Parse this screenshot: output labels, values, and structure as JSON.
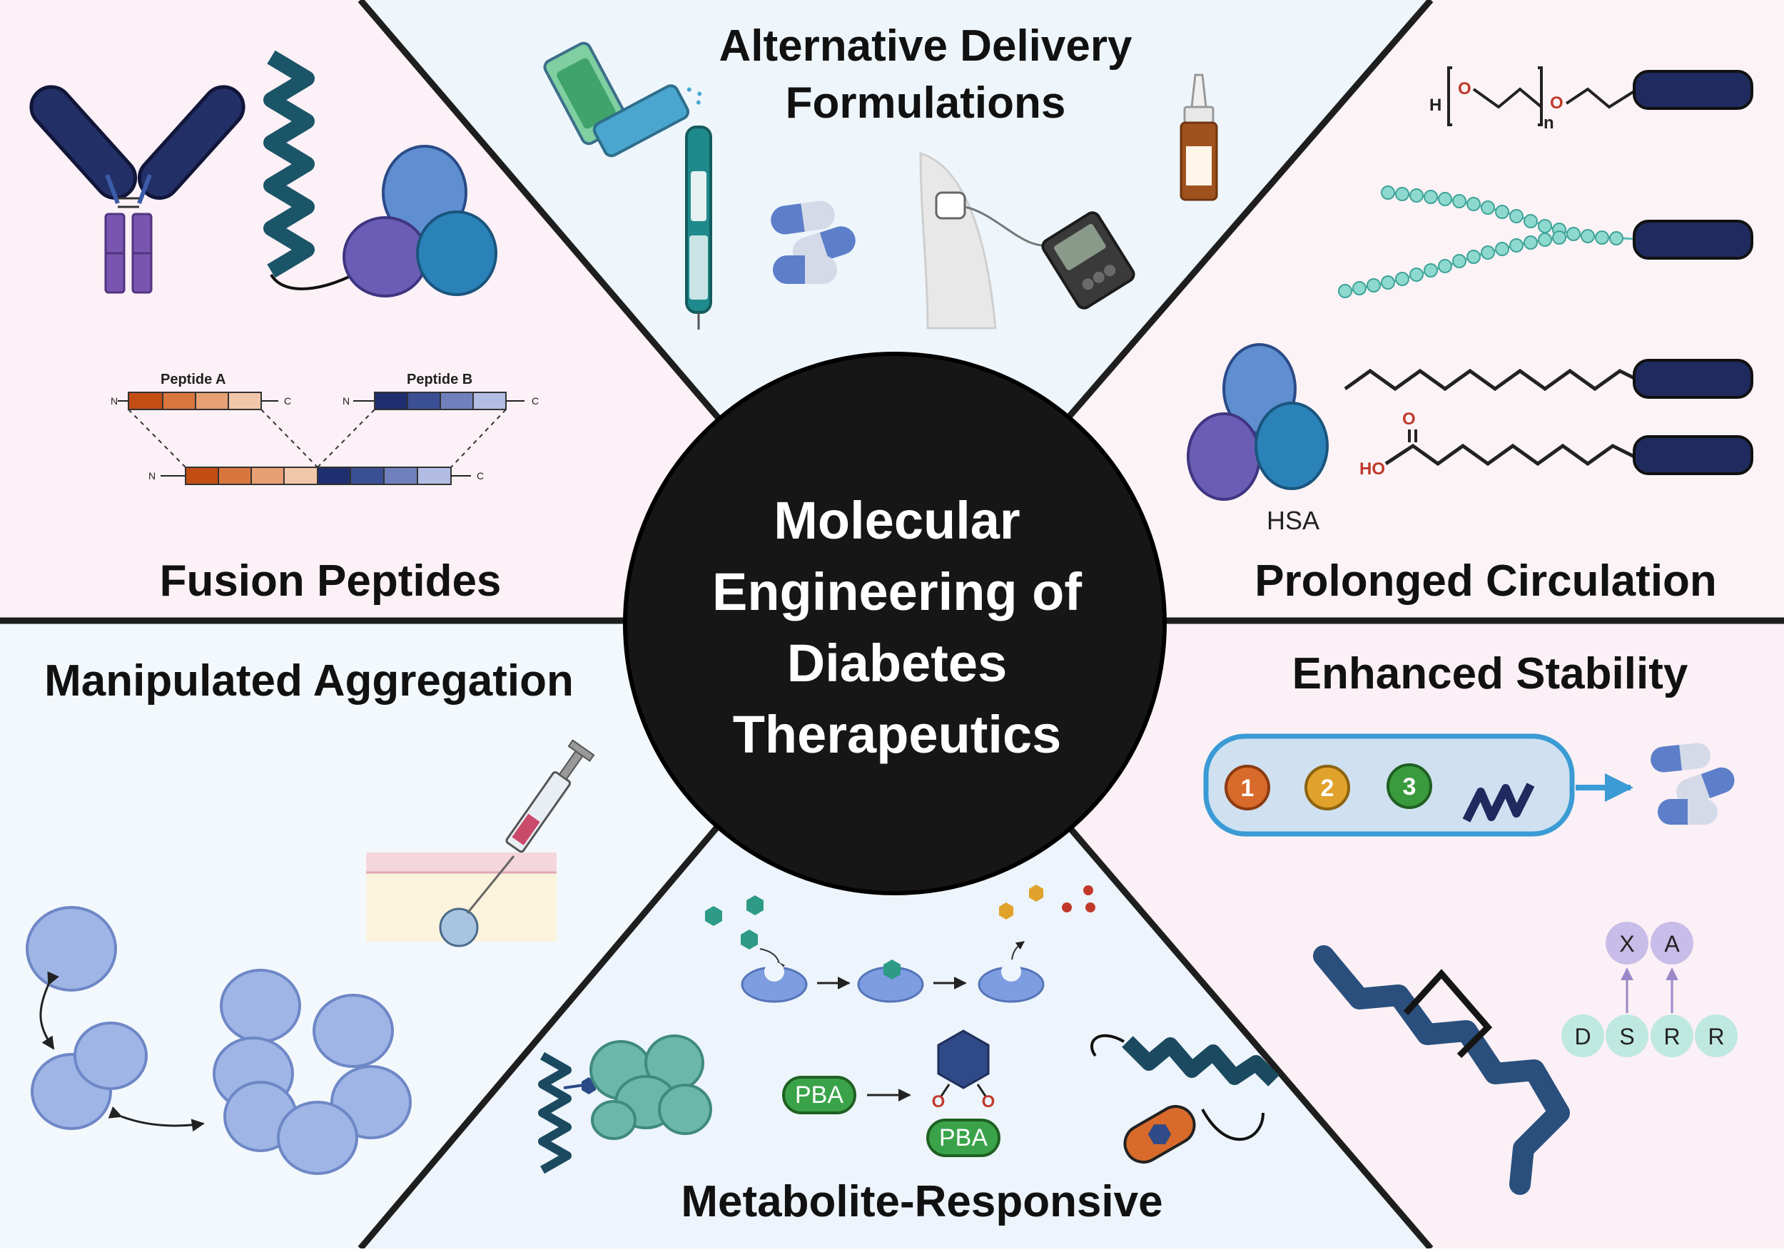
{
  "center": {
    "line1": "Molecular",
    "line2": "Engineering of",
    "line3": "Diabetes",
    "line4": "Therapeutics"
  },
  "sections": {
    "delivery": {
      "line1": "Alternative Delivery",
      "line2": "Formulations"
    },
    "circulation": {
      "title": "Prolonged Circulation",
      "hsa_label": "HSA"
    },
    "stability": {
      "title": "Enhanced Stability"
    },
    "metabolite": {
      "title": "Metabolite-Responsive"
    },
    "aggregation": {
      "title": "Manipulated Aggregation"
    },
    "fusion": {
      "title": "Fusion Peptides",
      "peptide_a": "Peptide A",
      "peptide_b": "Peptide B"
    }
  },
  "peptide_termini": {
    "n": "N",
    "c": "C"
  },
  "chem_labels": {
    "h": "H",
    "o": "O",
    "n_sub": "n",
    "ho": "HO"
  },
  "pba_label": "PBA",
  "stability_steps": [
    "1",
    "2",
    "3"
  ],
  "residues_top": [
    "X",
    "A"
  ],
  "residues_bottom": [
    "D",
    "S",
    "R",
    "R"
  ],
  "colors": {
    "center_circle": "#161616",
    "divider": "#1e1e1e",
    "navy": "#1f2b5e",
    "teal": "#7fd6cc",
    "sky": "#3a9bd5",
    "orange": "#c8571e",
    "pba_green": "#3aa34a"
  }
}
